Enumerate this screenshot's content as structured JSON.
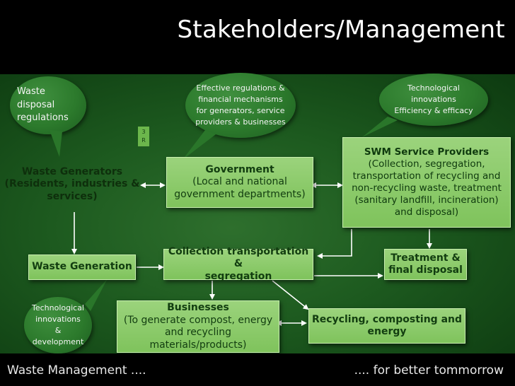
{
  "title": "Stakeholders/Management",
  "footer": {
    "left": "Waste Management ....",
    "right": ".... for better tommorrow"
  },
  "badge_3r": [
    "3",
    "R"
  ],
  "bubbles": {
    "waste_disposal": [
      "Waste",
      "disposal",
      "regulations"
    ],
    "effective_regulations": [
      "Effective regulations &",
      "financial mechanisms",
      "for generators, service",
      "providers & businesses"
    ],
    "technological_efficiency": [
      "Technological",
      "innovations",
      "Efficiency & efficacy"
    ],
    "technological_development": [
      "Technological",
      "innovations",
      "&",
      "development"
    ]
  },
  "boxes": {
    "waste_generators": [
      "Waste Generators",
      "(Residents, industries &",
      "services)"
    ],
    "government": [
      "Government",
      "(Local and national",
      "government departments)"
    ],
    "swm_providers": [
      "SWM Service Providers",
      "(Collection, segregation,",
      "transportation of recycling and",
      "non-recycling waste, treatment",
      "(sanitary landfill, incineration)",
      "and disposal)"
    ],
    "waste_generation": "Waste Generation",
    "collection": [
      "Collection transportation &",
      "segregation"
    ],
    "treatment": [
      "Treatment &",
      "final disposal"
    ],
    "businesses": [
      "Businesses",
      "(To generate compost, energy",
      "and recycling",
      "materials/products)"
    ],
    "recycling": [
      "Recycling, composting and",
      "energy"
    ]
  },
  "colors": {
    "background_dark": "#0d3a10",
    "background_mid": "#2e6f2d",
    "box_fill": "#8ccb6a",
    "text_dark": "#123d10",
    "arrow": "#ffffff"
  }
}
